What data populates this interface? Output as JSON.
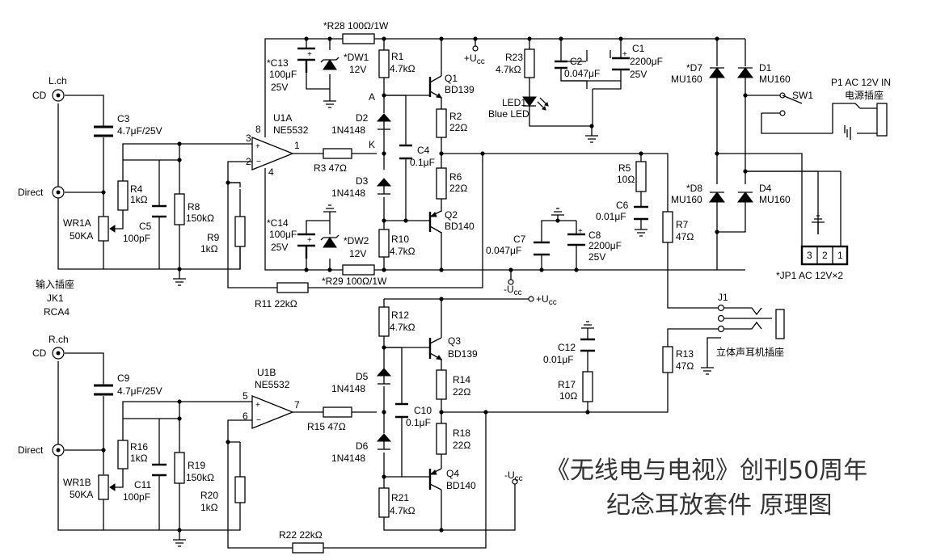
{
  "labels": {
    "lch": "L.ch",
    "rch": "R.ch",
    "cd_l": "CD",
    "direct_l": "Direct",
    "cd_r": "CD",
    "direct_r": "Direct",
    "wr1a": "WR1A",
    "wr1a_v": "50KA",
    "wr1b": "WR1B",
    "wr1b_v": "50KA",
    "c3": "C3",
    "c3_v": "4.7μF/25V",
    "c9": "C9",
    "c9_v": "4.7μF/25V",
    "r4": "R4",
    "r4_v": "1kΩ",
    "r16": "R16",
    "r16_v": "1kΩ",
    "c5": "C5",
    "c5_v": "100pF",
    "c11": "C11",
    "c11_v": "100pF",
    "r8": "R8",
    "r8_v": "150kΩ",
    "r19": "R19",
    "r19_v": "150kΩ",
    "r9": "R9",
    "r9_v": "1kΩ",
    "r20": "R20",
    "r20_v": "1kΩ",
    "jk_cn": "输入插座",
    "jk1": "JK1",
    "rca4": "RCA4",
    "u1a": "U1A",
    "u1a_v": "NE5532",
    "u1b": "U1B",
    "u1b_v": "NE5532",
    "p3": "3",
    "p2": "2",
    "p8": "8",
    "p4": "4",
    "p1": "1",
    "p5": "5",
    "p6": "6",
    "p7": "7",
    "r3": "R3  47Ω",
    "r15": "R15  47Ω",
    "r11": "R11  22kΩ",
    "r22": "R22  22kΩ",
    "r28": "*R28  100Ω/1W",
    "r29": "*R29  100Ω/1W",
    "c13": "*C13",
    "c13_a": "100μF",
    "c13_b": "25V",
    "dw1": "*DW1",
    "dw1_v": "12V",
    "c14": "*C14",
    "c14_a": "100μF",
    "c14_b": "25V",
    "dw2": "*DW2",
    "dw2_v": "12V",
    "r1": "R1",
    "r1_v": "4.7kΩ",
    "r10": "R10",
    "r10_v": "4.7kΩ",
    "a": "A",
    "k": "K",
    "d2": "D2",
    "d2_v": "1N4148",
    "d3": "D3",
    "d3_v": "1N4148",
    "c4": "C4",
    "c4_v": "0.1μF",
    "q1": "Q1",
    "q1_v": "BD139",
    "q2": "Q2",
    "q2_v": "BD140",
    "r2": "R2",
    "r2_v": "22Ω",
    "r6": "R6",
    "r6_v": "22Ω",
    "ucc_p": "+U",
    "ucc_n": "-U",
    "cc": "cc",
    "r23": "R23",
    "r23_v": "4.7kΩ",
    "led1": "LED1",
    "led1_v": "Blue LED",
    "c2": "C2",
    "c2_v": "0.047μF",
    "c1": "C1",
    "c1_a": "2200μF",
    "c1_b": "25V",
    "r5": "R5",
    "r5_v": "10Ω",
    "c6": "C6",
    "c6_v": "0.01μF",
    "c7": "C7",
    "c7_v": "0.047μF",
    "c8": "C8",
    "c8_a": "2200μF",
    "c8_b": "25V",
    "r7": "R7",
    "r7_v": "47Ω",
    "d7": "*D7",
    "d7_v": "MU160",
    "d1": "D1",
    "d1_v": "MU160",
    "d8": "*D8",
    "d8_v": "MU160",
    "d4": "D4",
    "d4_v": "MU160",
    "sw1": "SW1",
    "p1_t": "P1 AC 12V IN",
    "p1_cn": "电源插座",
    "jp1": "*JP1 AC 12V×2",
    "jp_3": "3",
    "jp_2": "2",
    "jp_1": "1",
    "j1": "J1",
    "j1_cn": "立体声耳机插座",
    "r13": "R13",
    "r13_v": "47Ω",
    "c12": "C12",
    "c12_v": "0.01μF",
    "r17": "R17",
    "r17_v": "10Ω",
    "r12": "R12",
    "r12_v": "4.7kΩ",
    "r21": "R21",
    "r21_v": "4.7kΩ",
    "d5": "D5",
    "d5_v": "1N4148",
    "d6": "D6",
    "d6_v": "1N4148",
    "q3": "Q3",
    "q3_v": "BD139",
    "q4": "Q4",
    "q4_v": "BD140",
    "r14": "R14",
    "r14_v": "22Ω",
    "r18": "R18",
    "r18_v": "22Ω",
    "c10": "C10",
    "c10_v": "0.1μF",
    "title1": "《无线电与电视》创刊50周年",
    "title2": "纪念耳放套件 原理图"
  }
}
